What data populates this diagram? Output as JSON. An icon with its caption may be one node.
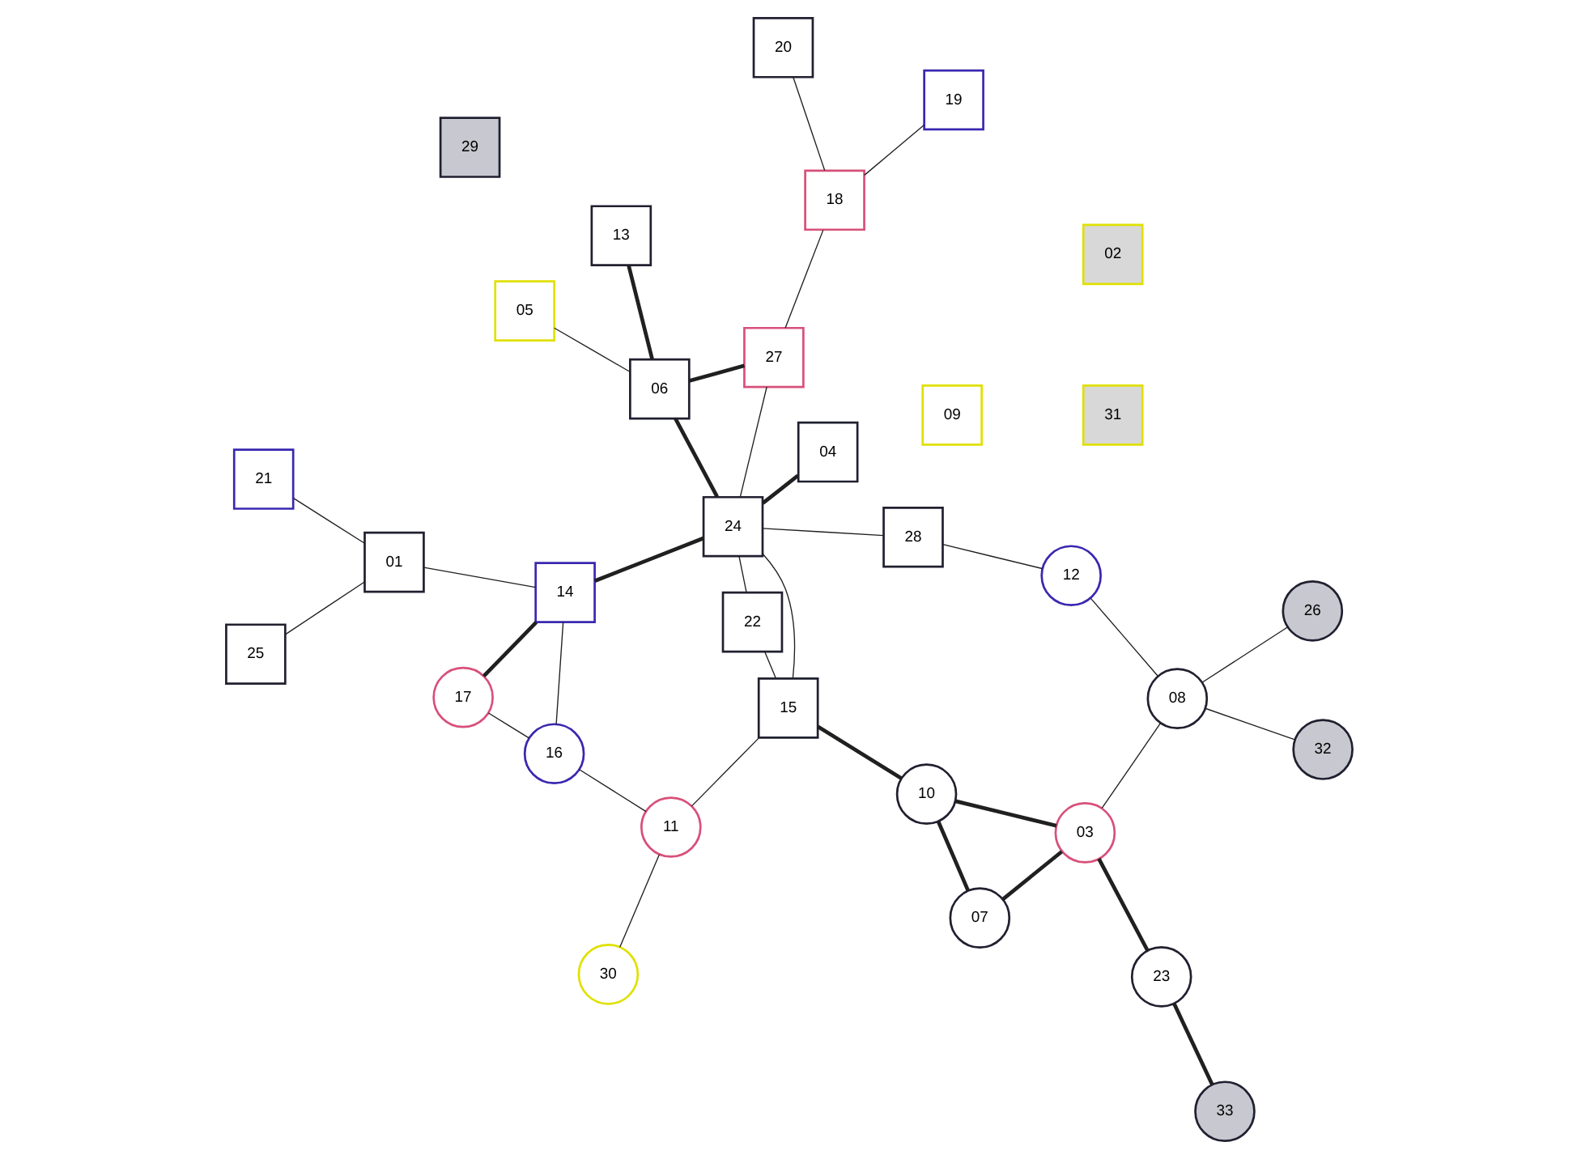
{
  "diagram": {
    "nodes": [
      {
        "text": [
          "05"
        ]
      },
      {
        "text": [
          "04"
        ]
      },
      {
        "text": [
          "01"
        ]
      },
      {
        "text": [
          "21"
        ]
      },
      {
        "text": [
          "13"
        ]
      },
      {
        "text": [
          "06"
        ]
      },
      {
        "text": [
          "24"
        ]
      },
      {
        "text": [
          "14"
        ]
      },
      {
        "text": [
          "17"
        ]
      },
      {
        "text": [
          "25"
        ]
      },
      {
        "text": [
          "22"
        ]
      },
      {
        "text": [
          "27"
        ]
      },
      {
        "text": [
          "18"
        ]
      },
      {
        "text": [
          "19"
        ]
      },
      {
        "text": [
          "09"
        ]
      },
      {
        "text": [
          "20"
        ]
      },
      {
        "text": [
          "28"
        ]
      },
      {
        "text": [
          "03"
        ]
      },
      {
        "text": [
          "16"
        ]
      },
      {
        "text": [
          "15"
        ]
      },
      {
        "text": [
          "12"
        ]
      },
      {
        "text": [
          "07"
        ]
      },
      {
        "text": [
          "31"
        ]
      },
      {
        "text": [
          "10"
        ]
      },
      {
        "text": [
          "30"
        ]
      },
      {
        "text": [
          "02"
        ]
      },
      {
        "text": [
          "11"
        ]
      },
      {
        "text": [
          "26"
        ]
      },
      {
        "text": [
          "08"
        ]
      },
      {
        "text": [
          "32"
        ]
      },
      {
        "text": [
          "23"
        ]
      },
      {
        "text": [
          "33"
        ]
      },
      {
        "text": [
          "29"
        ]
      }
    ],
    "edges": [
      {
        "from": 0,
        "to": 5,
        "arrow": "none"
      },
      {
        "from": 4,
        "to": 5,
        "arrow": "none",
        "style": "thick"
      },
      {
        "from": 5,
        "to": 6,
        "arrow": "none",
        "style": "thick"
      },
      {
        "from": 1,
        "to": 6,
        "arrow": "none",
        "style": "thick"
      },
      {
        "from": 6,
        "to": 7,
        "arrow": "none",
        "style": "thick"
      },
      {
        "from": 5,
        "to": 11,
        "arrow": "none",
        "style": "thick"
      },
      {
        "from": 6,
        "to": 10,
        "arrow": "none"
      },
      {
        "from": 6,
        "to": 11,
        "arrow": "none"
      },
      {
        "from": 6,
        "to": 19,
        "arrow": "none"
      },
      {
        "from": 6,
        "to": 16,
        "arrow": "none"
      },
      {
        "from": 11,
        "to": 12,
        "arrow": "none"
      },
      {
        "from": 12,
        "to": 13,
        "arrow": "none"
      },
      {
        "from": 12,
        "to": 15,
        "arrow": "none"
      },
      {
        "from": 7,
        "to": 2,
        "arrow": "none"
      },
      {
        "from": 2,
        "to": 3,
        "arrow": "none"
      },
      {
        "from": 2,
        "to": 9,
        "arrow": "none"
      },
      {
        "from": 7,
        "to": 8,
        "arrow": "none",
        "style": "thick"
      },
      {
        "from": 7,
        "to": 18,
        "arrow": "none"
      },
      {
        "from": 8,
        "to": 18,
        "arrow": "none"
      },
      {
        "from": 18,
        "to": 26,
        "arrow": "none"
      },
      {
        "from": 26,
        "to": 24,
        "arrow": "none"
      },
      {
        "from": 10,
        "to": 19,
        "arrow": "none"
      },
      {
        "from": 16,
        "to": 20,
        "arrow": "none"
      },
      {
        "from": 19,
        "to": 23,
        "arrow": "none",
        "style": "thick"
      },
      {
        "from": 19,
        "to": 26,
        "arrow": "none"
      },
      {
        "from": 20,
        "to": 28,
        "arrow": "none"
      },
      {
        "from": 17,
        "to": 23,
        "arrow": "none",
        "style": "thick"
      },
      {
        "from": 17,
        "to": 21,
        "arrow": "none",
        "style": "thick"
      },
      {
        "from": 21,
        "to": 23,
        "arrow": "none",
        "style": "thick"
      },
      {
        "from": 17,
        "to": 28,
        "arrow": "none"
      },
      {
        "from": 17,
        "to": 30,
        "arrow": "none",
        "style": "thick"
      },
      {
        "from": 27,
        "to": 28,
        "arrow": "none"
      },
      {
        "from": 29,
        "to": 28,
        "arrow": "none"
      },
      {
        "from": 30,
        "to": 31,
        "arrow": "none",
        "style": "thick"
      }
    ]
  }
}
